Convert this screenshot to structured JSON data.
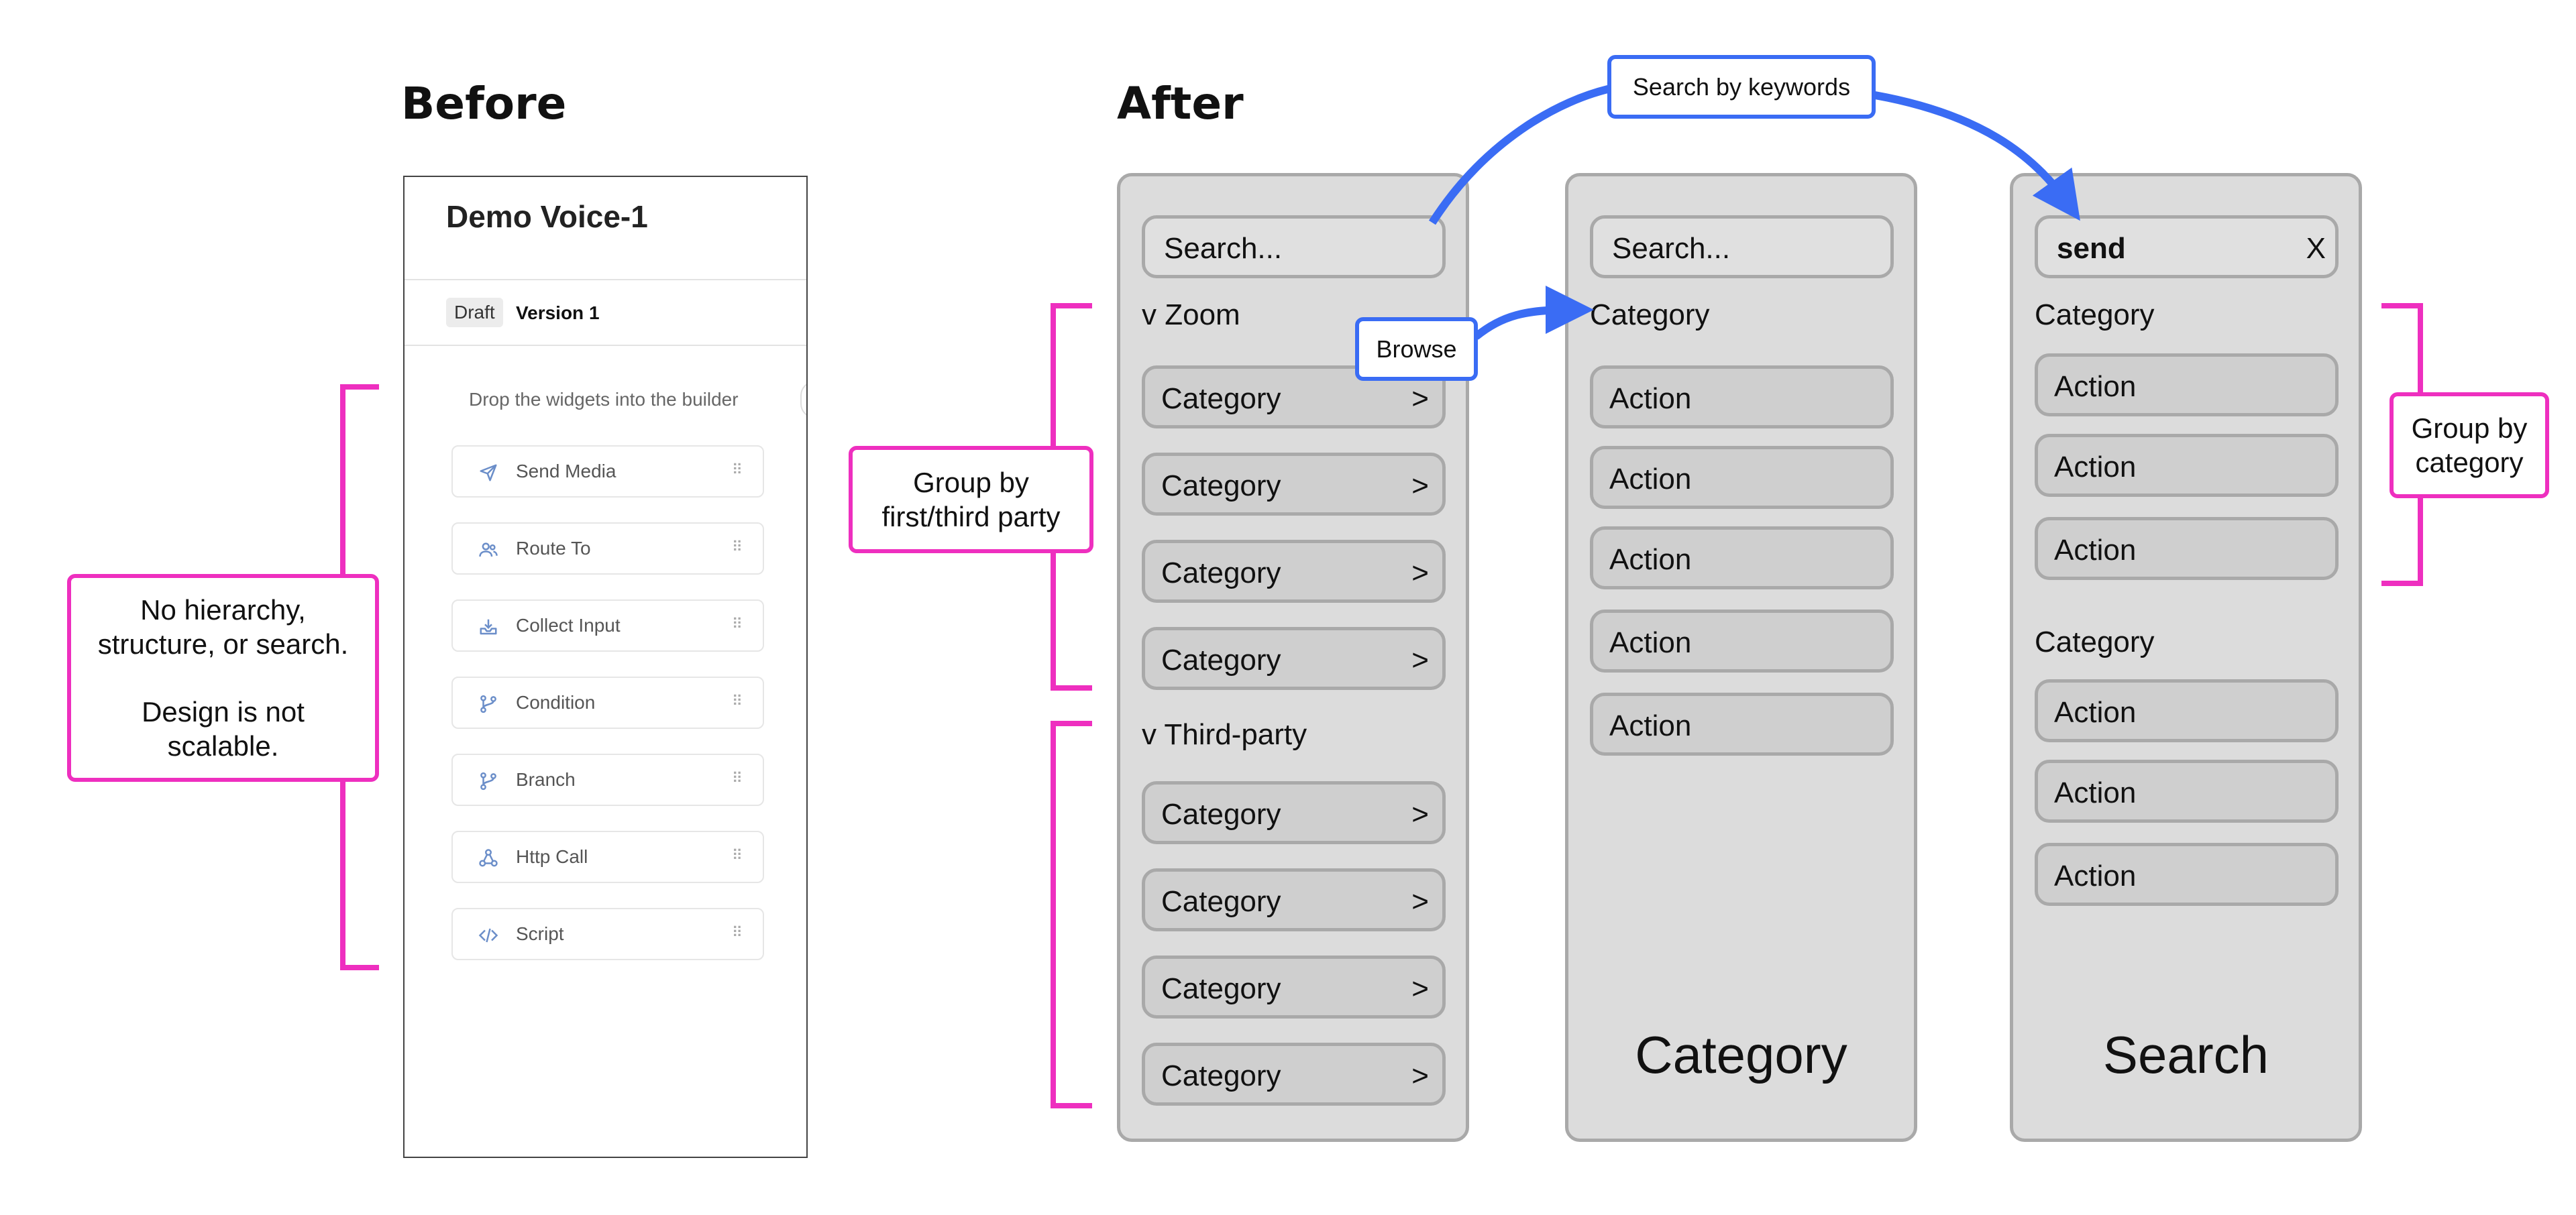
{
  "headings": {
    "before": "Before",
    "after": "After"
  },
  "before": {
    "title": "Demo Voice-1",
    "draft_badge": "Draft",
    "version": "Version 1",
    "drop_hint": "Drop the widgets into the builder",
    "widgets": [
      {
        "label": "Send Media",
        "icon": "send-icon"
      },
      {
        "label": "Route To",
        "icon": "users-icon"
      },
      {
        "label": "Collect Input",
        "icon": "inbox-icon"
      },
      {
        "label": "Condition",
        "icon": "branch-icon"
      },
      {
        "label": "Branch",
        "icon": "branch-icon"
      },
      {
        "label": "Http Call",
        "icon": "network-icon"
      },
      {
        "label": "Script",
        "icon": "code-icon"
      }
    ],
    "annotation_line1": "No hierarchy,",
    "annotation_line2": "structure, or search.",
    "annotation_line3": "Design is not",
    "annotation_line4": "scalable."
  },
  "browse_panel": {
    "search_placeholder": "Search...",
    "group1": "v  Zoom",
    "group2": "v  Third-party",
    "category_label": "Category",
    "chevron": ">",
    "annotation_line1": "Group by",
    "annotation_line2": "first/third party"
  },
  "category_panel": {
    "search_placeholder": "Search...",
    "header": "Category",
    "action_label": "Action",
    "footer": "Category"
  },
  "search_panel": {
    "search_value": "send",
    "clear": "X",
    "category_label": "Category",
    "action_label": "Action",
    "footer": "Search",
    "annotation_line1": "Group by",
    "annotation_line2": "category"
  },
  "callouts": {
    "browse": "Browse",
    "search_keywords": "Search by keywords"
  },
  "colors": {
    "pink": "#ee2fbf",
    "blue": "#3a6cf4",
    "panel": "#dcdcdc",
    "item": "#cfcfcf",
    "border": "#a9a9a9"
  }
}
